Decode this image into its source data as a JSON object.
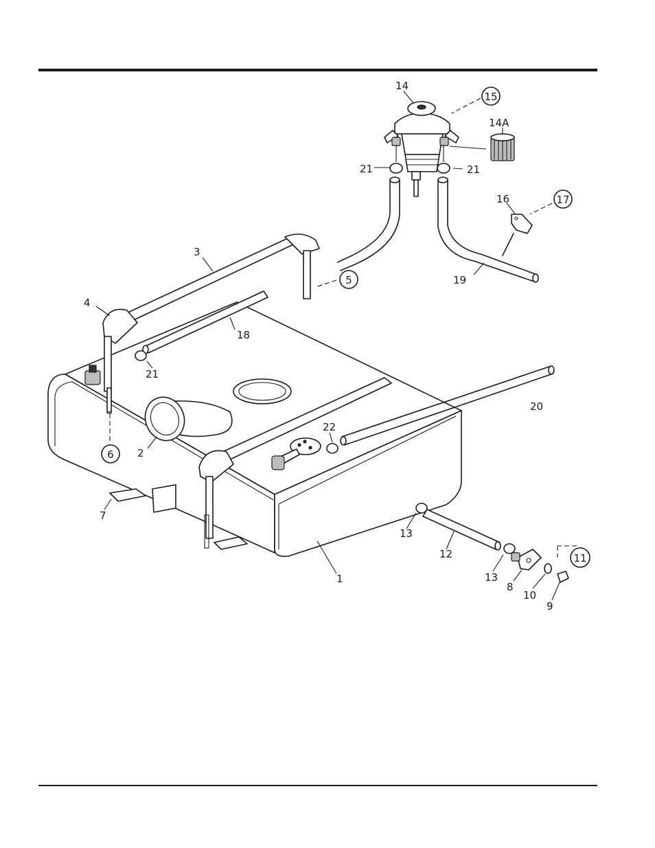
{
  "callouts": {
    "c1": "1",
    "c2": "2",
    "c3": "3",
    "c4": "4",
    "c5": "5",
    "c6": "6",
    "c7": "7",
    "c8": "8",
    "c9": "9",
    "c10": "10",
    "c11": "11",
    "c12": "12",
    "c13a": "13",
    "c13b": "13",
    "c14": "14",
    "c14a": "14A",
    "c15": "15",
    "c16": "16",
    "c17": "17",
    "c18": "18",
    "c19": "19",
    "c20": "20",
    "c21a": "21",
    "c21b": "21",
    "c21c": "21",
    "c22": "22"
  }
}
